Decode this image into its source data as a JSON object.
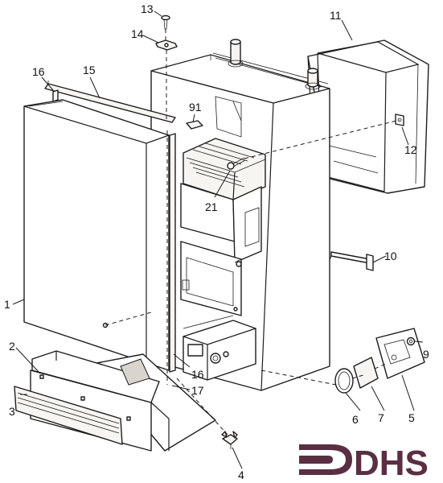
{
  "colors": {
    "line": "#1d1d1d",
    "logo": "#5a2f43",
    "paper": "#ffffff"
  },
  "logo": {
    "text": "DHS"
  },
  "callouts": {
    "c1": "1",
    "c2": "2",
    "c3": "3",
    "c4": "4",
    "c5": "5",
    "c6": "6",
    "c7": "7",
    "c9": "9",
    "c10": "10",
    "c11": "11",
    "c12": "12",
    "c13": "13",
    "c14": "14",
    "c15": "15",
    "c16a": "16",
    "c16b": "16",
    "c17": "17",
    "c21": "21",
    "c91": "91"
  }
}
